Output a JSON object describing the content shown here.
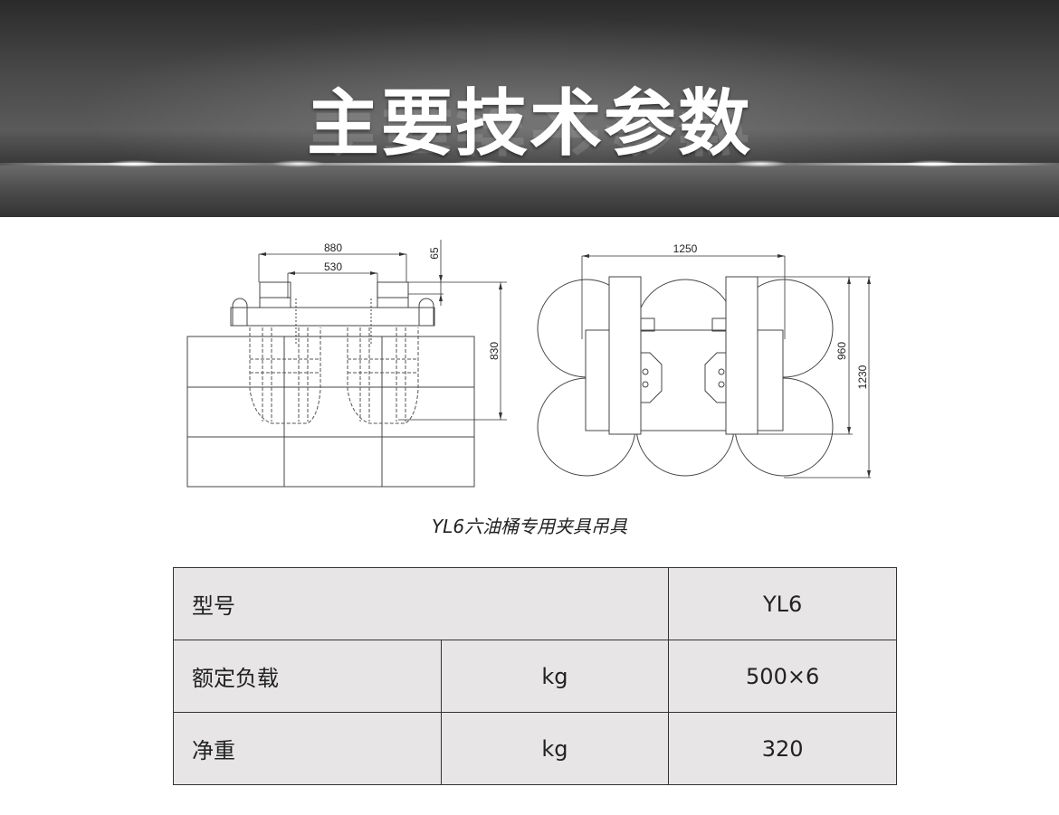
{
  "banner": {
    "title": "主要技术参数"
  },
  "drawings": {
    "front_view": {
      "dim_top_outer": "880",
      "dim_top_inner": "530",
      "dim_small": "65",
      "dim_height": "830"
    },
    "top_view": {
      "dim_width": "1250",
      "dim_inner_height": "960",
      "dim_outer_height": "1230"
    }
  },
  "caption": "YL6六油桶专用夹具吊具",
  "spec_table": {
    "rows": [
      {
        "label": "型号",
        "unit": "",
        "value": "YL6"
      },
      {
        "label": "额定负载",
        "unit": "kg",
        "value": "500×6"
      },
      {
        "label": "净重",
        "unit": "kg",
        "value": "320"
      }
    ]
  }
}
